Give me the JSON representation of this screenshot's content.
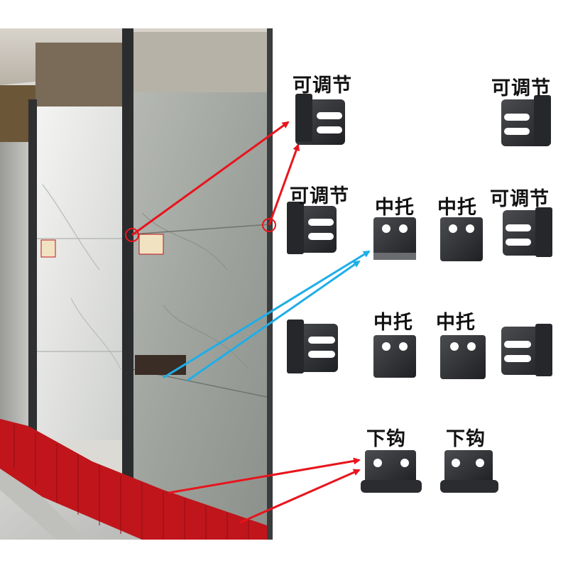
{
  "labels": {
    "adjustable": "可调节",
    "middle_support": "中托",
    "bottom_hook": "下钩"
  },
  "colors": {
    "red_arrow": "#e8141c",
    "blue_arrow": "#1eaee8",
    "bracket": "#2d2f33",
    "red_base": "#c0151b"
  }
}
